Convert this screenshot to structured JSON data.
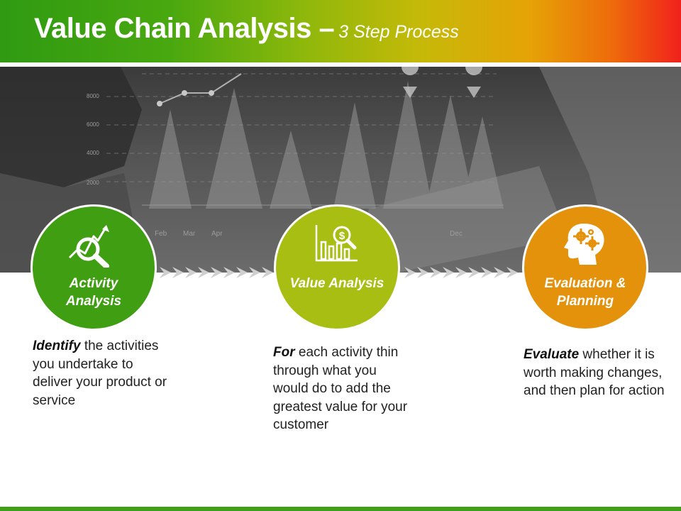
{
  "title": {
    "main": "Value Chain Analysis –",
    "subtitle": "3 Step Process"
  },
  "background_chart": {
    "y_ticks": [
      "8000",
      "6000",
      "4000",
      "2000"
    ],
    "months": [
      "Feb",
      "Mar",
      "Apr",
      "Dec"
    ]
  },
  "steps": [
    {
      "label": "Activity Analysis",
      "icon": "magnifier-trend-icon",
      "color": "#3f9e12",
      "desc_bold": "Identify",
      "desc_text": " the activities you undertake to deliver your product or service"
    },
    {
      "label": "Value Analysis",
      "icon": "dollar-chart-magnifier-icon",
      "color": "#a8be12",
      "desc_bold": "For",
      "desc_text": " each activity thin through what you would do to add the greatest value for your customer"
    },
    {
      "label": "Evaluation & Planning",
      "icon": "head-gears-icon",
      "color": "#e4920c",
      "desc_bold": "Evaluate",
      "desc_text": " whether it is worth making changes, and then plan for action"
    }
  ]
}
